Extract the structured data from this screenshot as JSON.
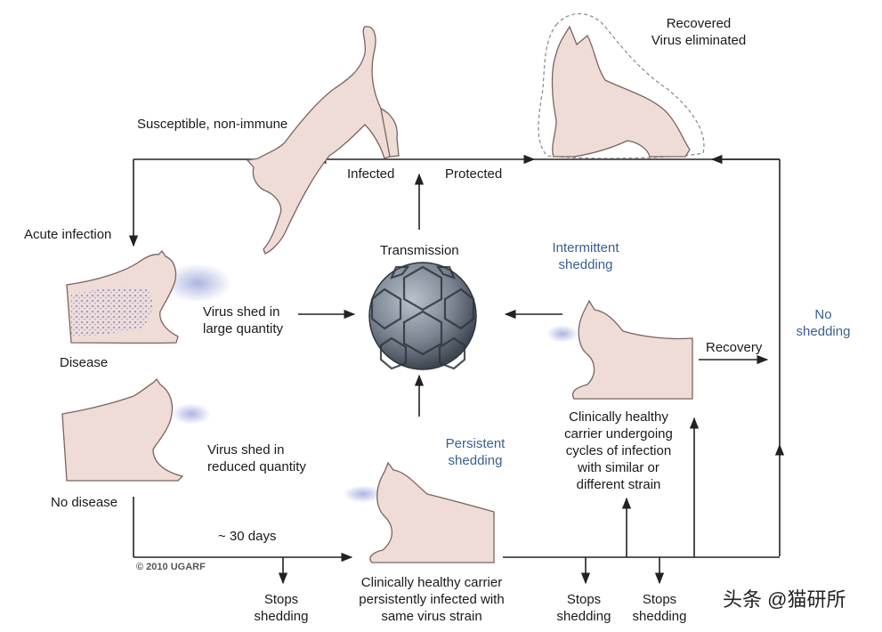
{
  "labels": {
    "susceptible": "Susceptible, non-immune",
    "recovered_1": "Recovered",
    "recovered_2": "Virus eliminated",
    "infected": "Infected",
    "protected": "Protected",
    "acute_infection": "Acute infection",
    "transmission": "Transmission",
    "intermittent_1": "Intermittent",
    "intermittent_2": "shedding",
    "no_shedding_1": "No",
    "no_shedding_2": "shedding",
    "virus_large_1": "Virus shed in",
    "virus_large_2": "large quantity",
    "disease": "Disease",
    "recovery": "Recovery",
    "virus_reduced_1": "Virus shed in",
    "virus_reduced_2": "reduced quantity",
    "persistent_1": "Persistent",
    "persistent_2": "shedding",
    "carrier_cycles_1": "Clinically healthy",
    "carrier_cycles_2": "carrier undergoing",
    "carrier_cycles_3": "cycles of infection",
    "carrier_cycles_4": "with similar or",
    "carrier_cycles_5": "different strain",
    "no_disease": "No disease",
    "days": "~ 30 days",
    "copyright": "© 2010 UGARF",
    "stops_a_1": "Stops",
    "stops_a_2": "shedding",
    "carrier_persist_1": "Clinically healthy carrier",
    "carrier_persist_2": "persistently infected with",
    "carrier_persist_3": "same virus strain",
    "stops_b_1": "Stops",
    "stops_b_2": "shedding",
    "stops_c_1": "Stops",
    "stops_c_2": "shedding",
    "watermark": "头条 @猫研所"
  },
  "colors": {
    "line": "#222222",
    "cat_fill": "#efdcd7",
    "cat_stroke": "#7a6460",
    "virus_spray": "#6a78c8",
    "virion": "#7b8592",
    "blue_text": "#3a5f8f"
  }
}
